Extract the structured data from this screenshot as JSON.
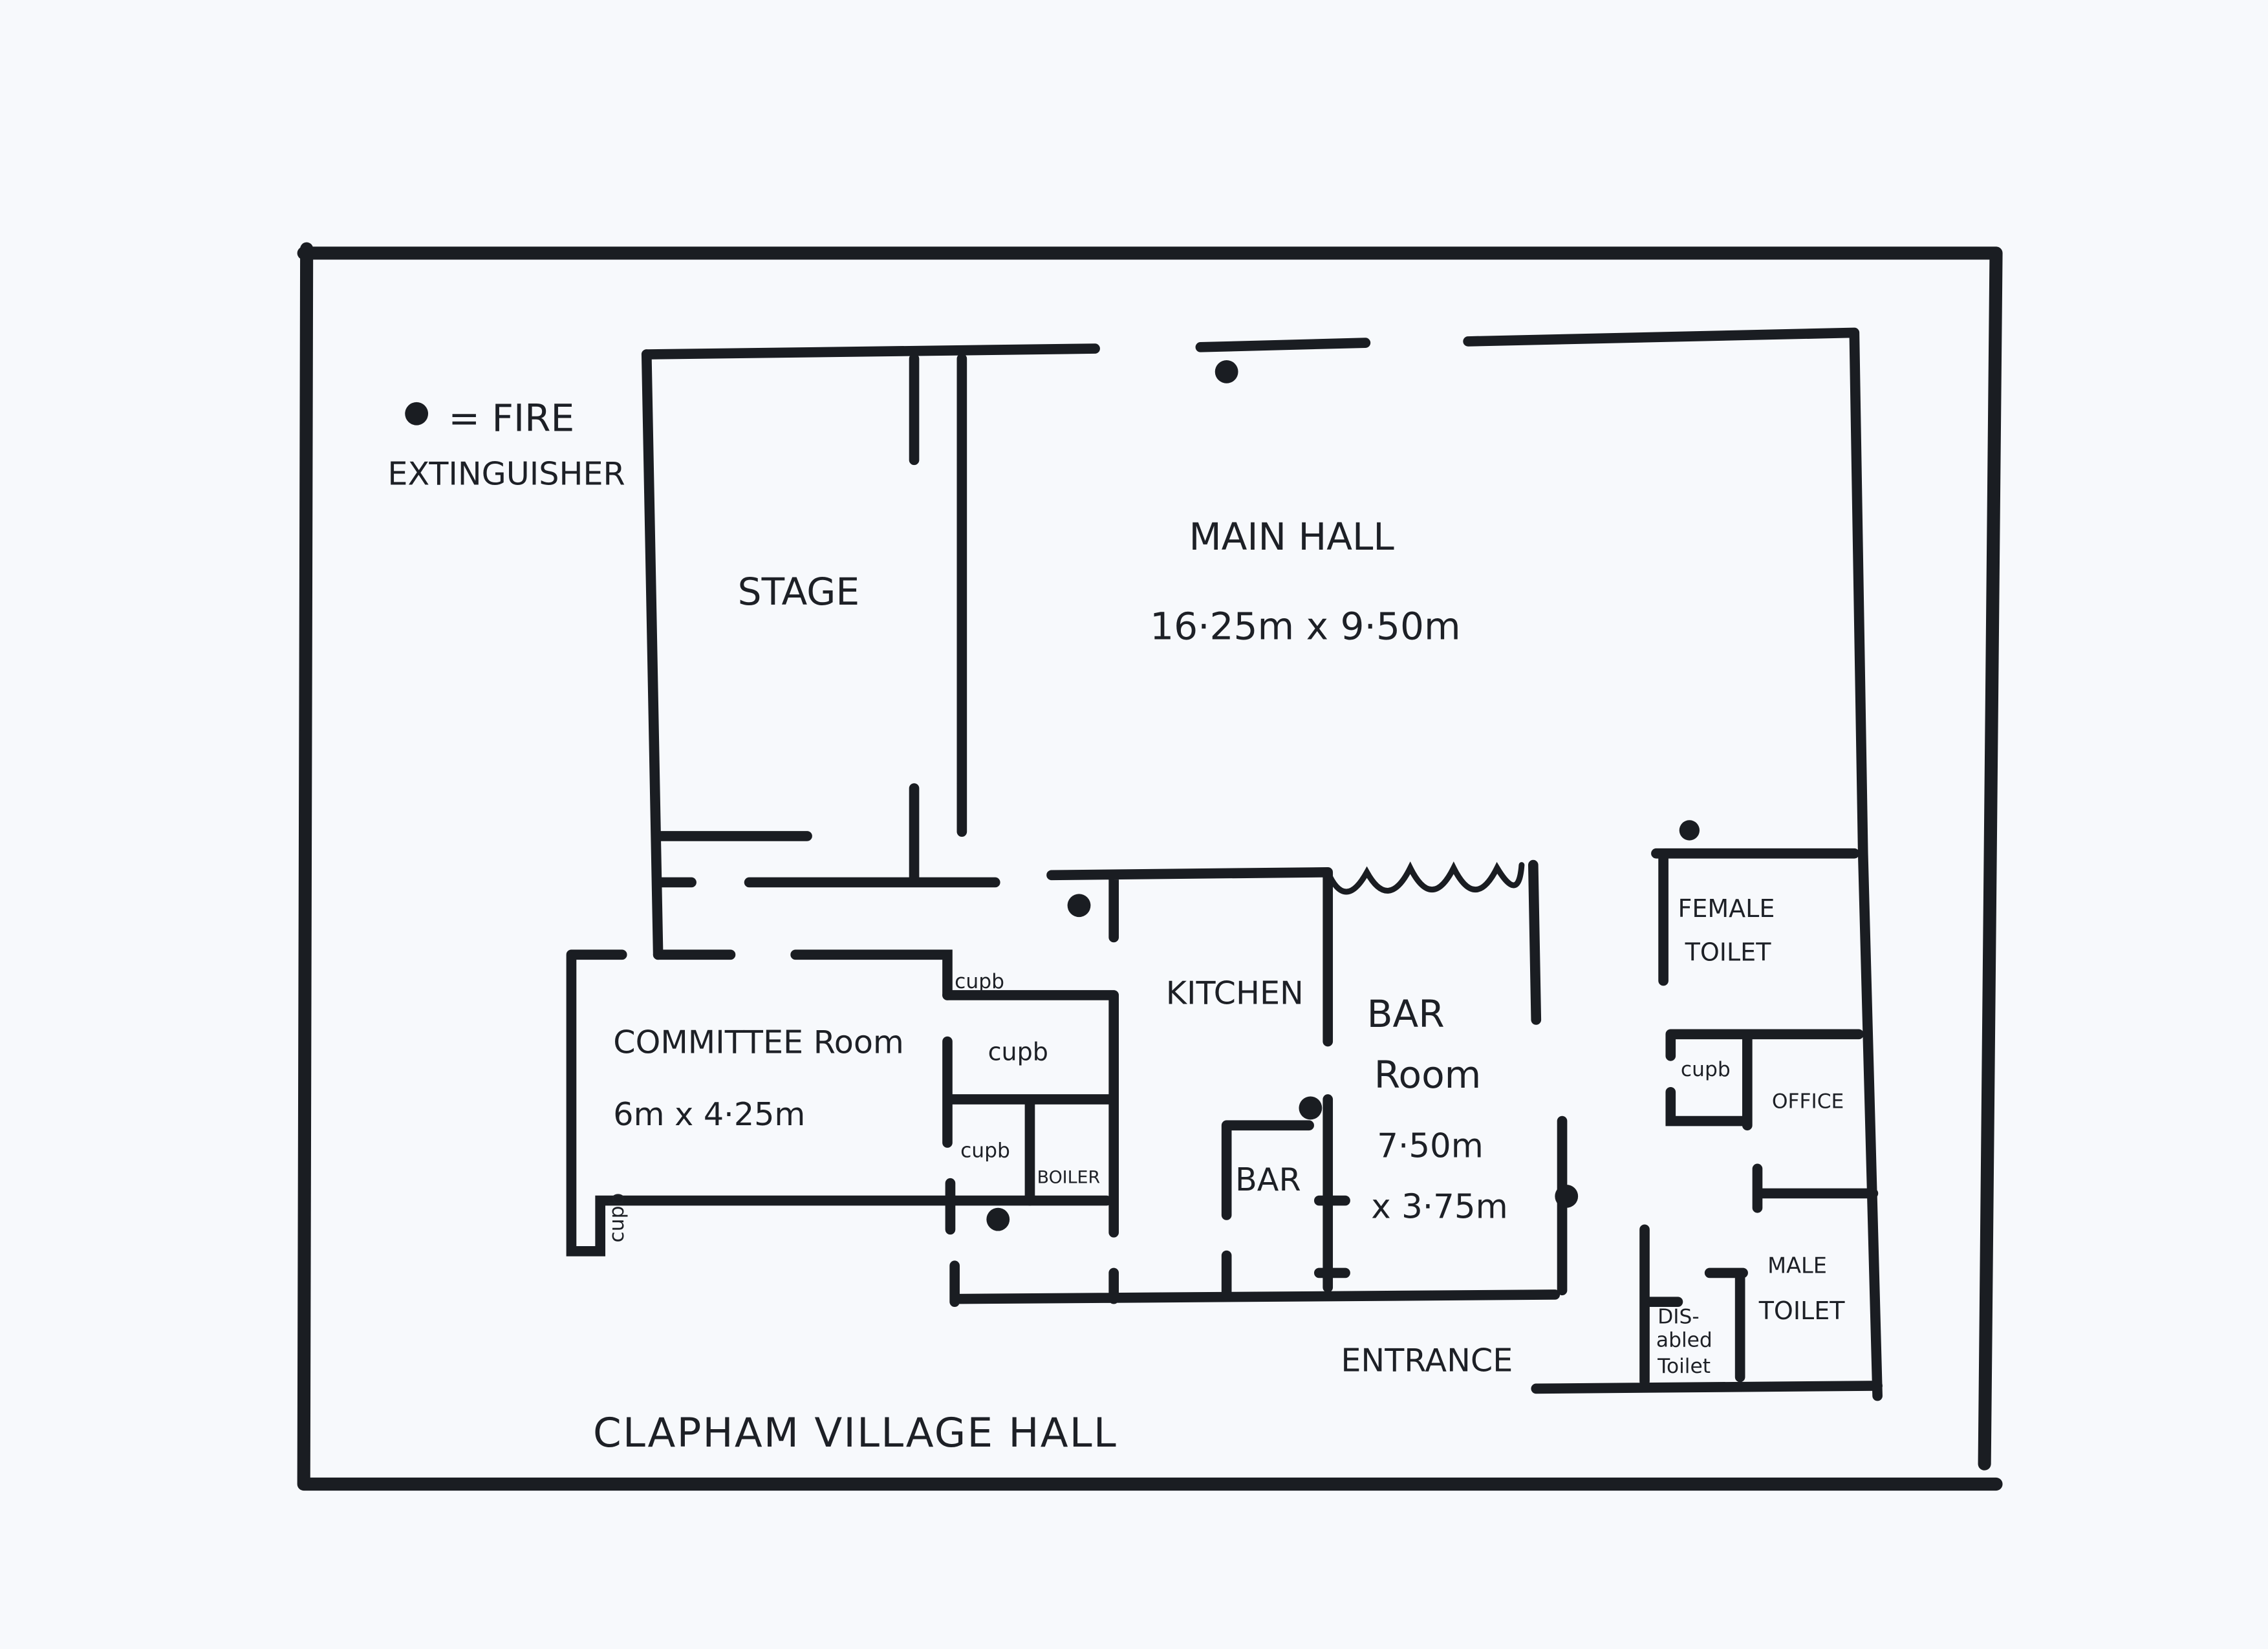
{
  "legend": {
    "symbol": "●",
    "text_line1": "= FIRE",
    "text_line2": "EXTINGUISHER"
  },
  "title": "CLAPHAM VILLAGE HALL",
  "rooms": {
    "stage": "STAGE",
    "main_hall": {
      "name": "MAIN HALL",
      "size": "16·25m x 9·50m"
    },
    "committee_room": {
      "name": "COMMITTEE Room",
      "size": "6m x 4·25m"
    },
    "kitchen": "KITCHEN",
    "bar_room": {
      "name1": "BAR",
      "name2": "Room",
      "size1": "7·50m",
      "size2": "x 3·75m"
    },
    "bar": "BAR",
    "boiler": "BOILER",
    "cupboard": "cupb",
    "female_toilet": {
      "line1": "FEMALE",
      "line2": "TOILET"
    },
    "office": "OFFICE",
    "male_toilet": {
      "line1": "MALE",
      "line2": "TOILET"
    },
    "disabled_toilet": {
      "line1": "DIS-",
      "line2": "abled",
      "line3": "Toilet"
    },
    "entrance": "ENTRANCE"
  }
}
